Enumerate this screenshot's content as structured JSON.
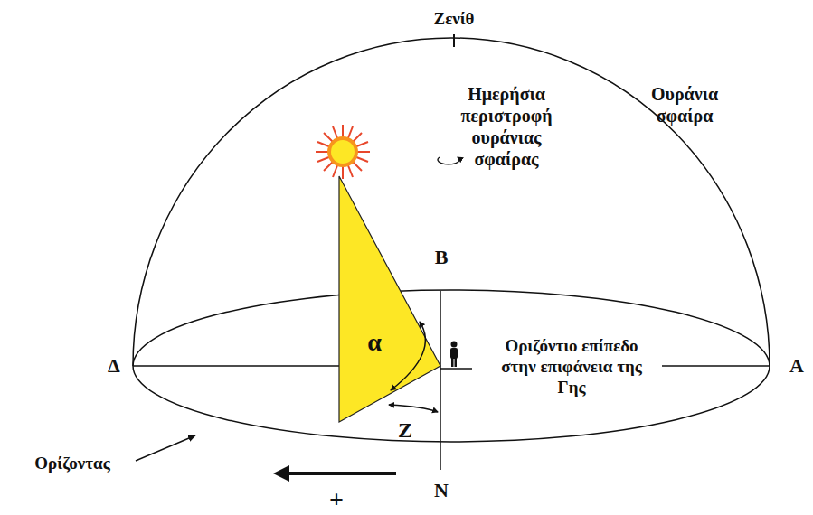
{
  "diagram": {
    "labels": [
      "Ζενίθ",
      "Ημερήσια περιστροφή ουράνιας σφαίρας",
      "Ουράνια σφαίρα",
      "Β",
      "Οριζόντιο επίπεδο στην επιφάνεια της Γης",
      "Δ",
      "Α",
      "α",
      "Z",
      "Ν",
      "Ορίζοντας",
      "+"
    ]
  }
}
